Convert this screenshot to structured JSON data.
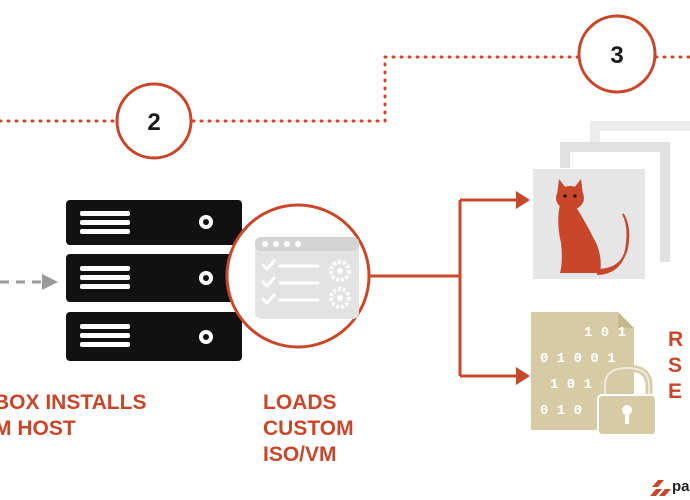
{
  "steps": [
    {
      "number": "2"
    },
    {
      "number": "3"
    }
  ],
  "labels": {
    "sandbox_line1": "BOX INSTALLS",
    "sandbox_line2": "M HOST",
    "loads_line1": "LOADS",
    "loads_line2": "CUSTOM",
    "loads_line3": "ISO/VM",
    "right_line1": "R",
    "right_line2": "S",
    "right_line3": "E"
  },
  "binary": {
    "row1": "1 0 1",
    "row2": "0 1 0 0 1",
    "row3": "1 0 1 0",
    "row4": "0 1 0"
  },
  "logo": {
    "text": "pa"
  },
  "colors": {
    "accent": "#c8472b",
    "dark": "#111111",
    "gray_icon": "#e3e3e3",
    "gray_panel": "#e6e6e6",
    "gold": "#d7cba6",
    "arrow_gray": "#9a9a9a"
  },
  "icons": [
    "server-rack-icon",
    "config-window-icon",
    "cat-icon",
    "encrypted-file-icon",
    "padlock-icon",
    "gear-icon",
    "brand-logo-icon"
  ]
}
